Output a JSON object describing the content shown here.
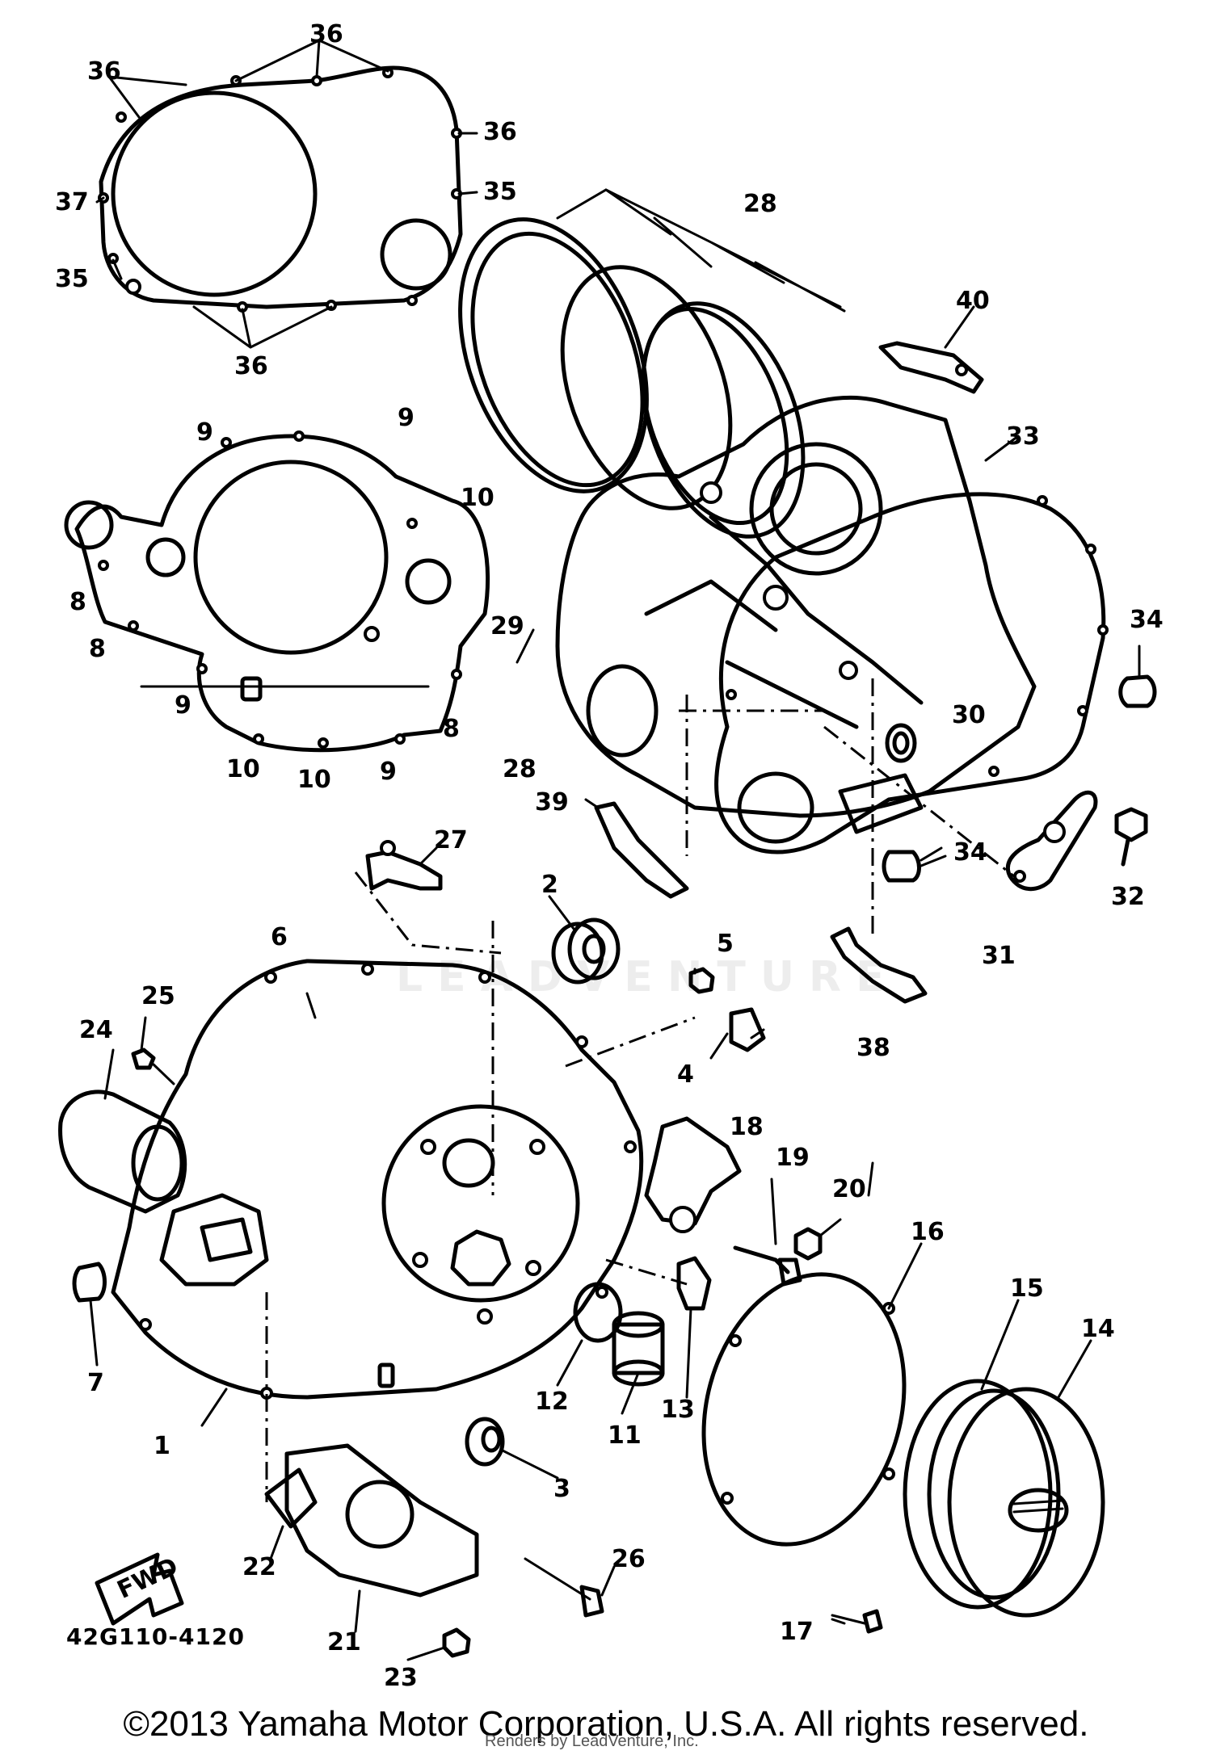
{
  "diagram": {
    "part_code": "42G110-4120",
    "copyright": "©2013 Yamaha Motor Corporation, U.S.A. All rights reserved.",
    "watermark": "LEADVENTURE",
    "credit": "Renders by LeadVenture, Inc.",
    "fwd_label": "FWD",
    "callouts": [
      {
        "id": "c36a",
        "text": "36"
      },
      {
        "id": "c36b",
        "text": "36"
      },
      {
        "id": "c36c",
        "text": "36"
      },
      {
        "id": "c35a",
        "text": "35"
      },
      {
        "id": "c37",
        "text": "37"
      },
      {
        "id": "c35b",
        "text": "35"
      },
      {
        "id": "c36d",
        "text": "36"
      },
      {
        "id": "c28a",
        "text": "28"
      },
      {
        "id": "c40",
        "text": "40"
      },
      {
        "id": "c33",
        "text": "33"
      },
      {
        "id": "c9a",
        "text": "9"
      },
      {
        "id": "c9b",
        "text": "9"
      },
      {
        "id": "c10a",
        "text": "10"
      },
      {
        "id": "c8a",
        "text": "8"
      },
      {
        "id": "c8b",
        "text": "8"
      },
      {
        "id": "c9c",
        "text": "9"
      },
      {
        "id": "c8c",
        "text": "8"
      },
      {
        "id": "c10b",
        "text": "10"
      },
      {
        "id": "c10c",
        "text": "10"
      },
      {
        "id": "c9d",
        "text": "9"
      },
      {
        "id": "c29",
        "text": "29"
      },
      {
        "id": "c28b",
        "text": "28"
      },
      {
        "id": "c34a",
        "text": "34"
      },
      {
        "id": "c30",
        "text": "30"
      },
      {
        "id": "c39",
        "text": "39"
      },
      {
        "id": "c27",
        "text": "27"
      },
      {
        "id": "c2",
        "text": "2"
      },
      {
        "id": "c34b",
        "text": "34"
      },
      {
        "id": "c32",
        "text": "32"
      },
      {
        "id": "c31",
        "text": "31"
      },
      {
        "id": "c6",
        "text": "6"
      },
      {
        "id": "c5",
        "text": "5"
      },
      {
        "id": "c38",
        "text": "38"
      },
      {
        "id": "c25",
        "text": "25"
      },
      {
        "id": "c24",
        "text": "24"
      },
      {
        "id": "c4",
        "text": "4"
      },
      {
        "id": "c18",
        "text": "18"
      },
      {
        "id": "c19",
        "text": "19"
      },
      {
        "id": "c20",
        "text": "20"
      },
      {
        "id": "c16",
        "text": "16"
      },
      {
        "id": "c15",
        "text": "15"
      },
      {
        "id": "c14",
        "text": "14"
      },
      {
        "id": "c7",
        "text": "7"
      },
      {
        "id": "c12",
        "text": "12"
      },
      {
        "id": "c11",
        "text": "11"
      },
      {
        "id": "c13",
        "text": "13"
      },
      {
        "id": "c1",
        "text": "1"
      },
      {
        "id": "c3",
        "text": "3"
      },
      {
        "id": "c26",
        "text": "26"
      },
      {
        "id": "c22",
        "text": "22"
      },
      {
        "id": "c21",
        "text": "21"
      },
      {
        "id": "c17",
        "text": "17"
      },
      {
        "id": "c23",
        "text": "23"
      }
    ]
  }
}
